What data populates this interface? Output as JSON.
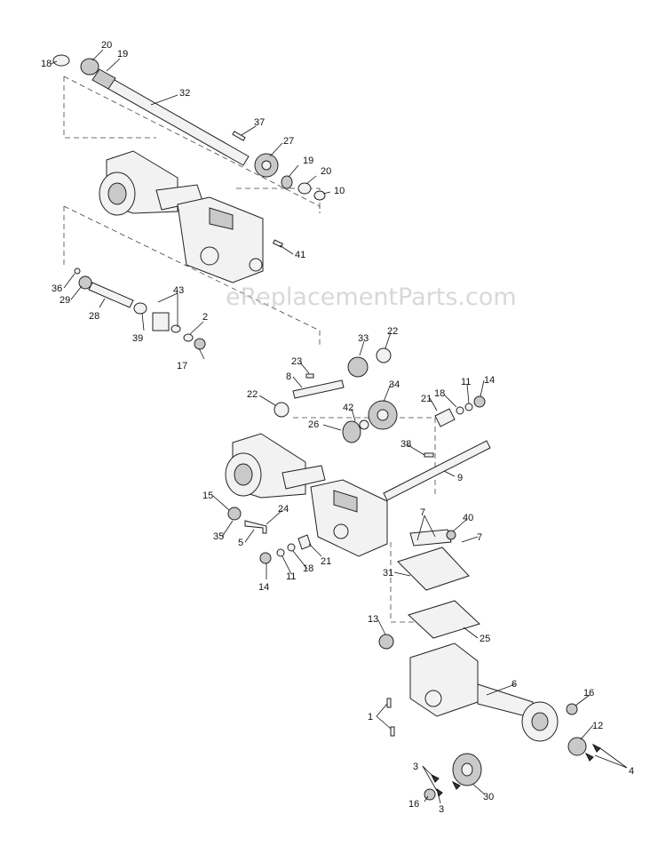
{
  "watermark": "eReplacementParts.com",
  "callouts": [
    "18",
    "20",
    "19",
    "32",
    "37",
    "27",
    "19",
    "20",
    "10",
    "41",
    "36",
    "29",
    "28",
    "43",
    "39",
    "2",
    "17",
    "23",
    "8",
    "33",
    "22",
    "22",
    "34",
    "42",
    "26",
    "21",
    "18",
    "11",
    "14",
    "38",
    "9",
    "15",
    "35",
    "24",
    "5",
    "14",
    "11",
    "18",
    "21",
    "7",
    "40",
    "7",
    "31",
    "13",
    "25",
    "6",
    "16",
    "1",
    "12",
    "3",
    "4",
    "16",
    "3",
    "30"
  ]
}
